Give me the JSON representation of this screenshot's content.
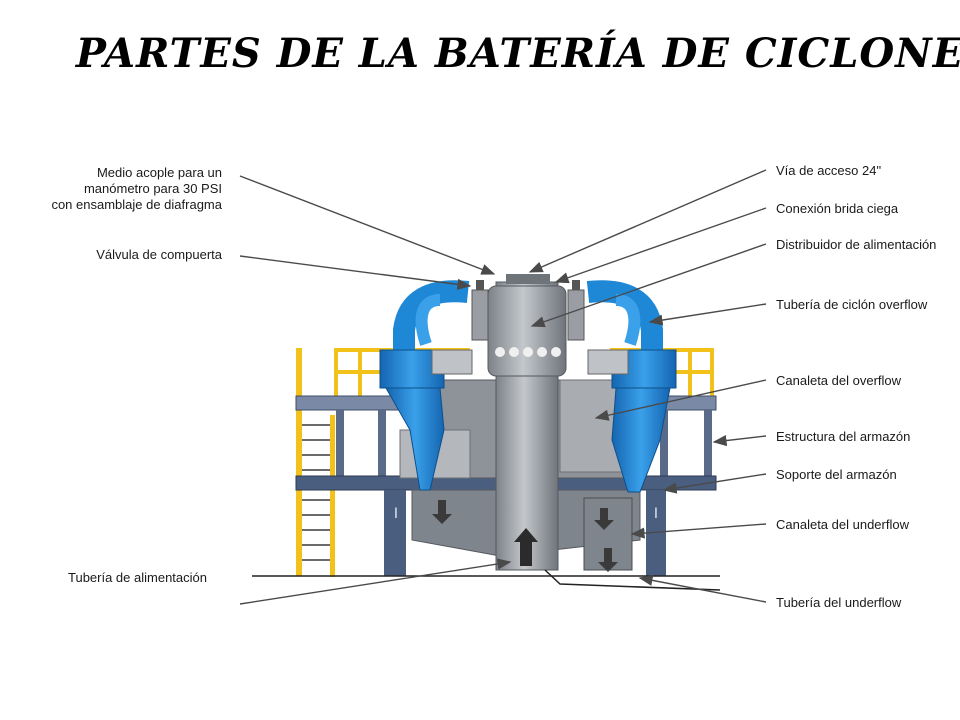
{
  "title": "Partes de la batería de ciclones",
  "labels_left": {
    "medio_acople": [
      "Medio acople para un",
      "manómetro para 30 PSI",
      "con ensamblaje de diafragma"
    ],
    "valvula": "Válvula de compuerta",
    "tuberia_alimentacion": "Tubería de alimentación"
  },
  "labels_right": {
    "via_acceso": "Vía de acceso  24\"",
    "conexion_brida": "Conexión brida ciega",
    "distribuidor": "Distribuidor de alimentación",
    "tuberia_overflow": "Tubería de ciclón overflow",
    "canaleta_overflow": "Canaleta del overflow",
    "estructura": "Estructura  del armazón",
    "soporte": "Soporte del armazón",
    "canaleta_underflow": "Canaleta del underflow",
    "tuberia_underflow": "Tubería del underflow"
  },
  "colors": {
    "cyclone_blue": "#1e88d6",
    "steel_gray": "#9aa0a6",
    "frame_blue": "#4a5e80",
    "rail_yellow": "#f2c21b",
    "dark_gray": "#5d6168"
  }
}
